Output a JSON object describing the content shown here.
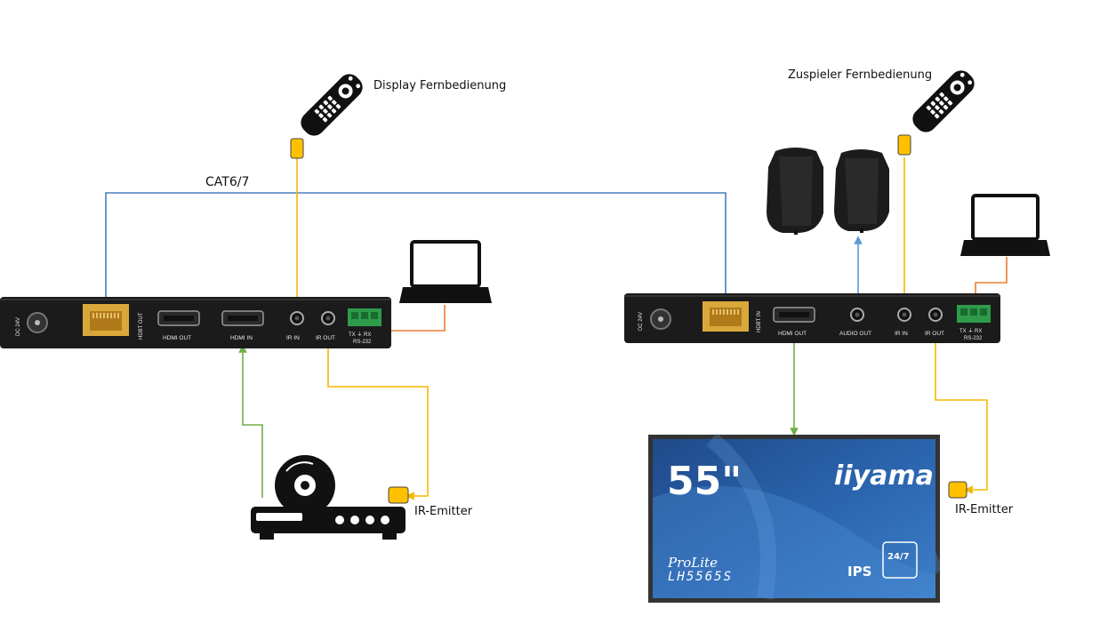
{
  "labels": {
    "display_remote": "Display Fernbedienung",
    "source_remote": "Zuspieler Fernbedienung",
    "cable": "CAT6/7",
    "ir_emitter_left": "IR-Emitter",
    "ir_emitter_right": "IR-Emitter"
  },
  "transmitter": {
    "dc": "DC 24V",
    "hdbt": "HDBT OUT",
    "hdmi_out": "HDMI OUT",
    "hdmi_in": "HDMI IN",
    "ir_in": "IR IN",
    "ir_out": "IR OUT",
    "rs_pins": "TX  ⏚  RX",
    "rs_name": "RS-232"
  },
  "receiver": {
    "dc": "DC 24V",
    "hdbt": "HDBT IN",
    "hdmi_out": "HDMI OUT",
    "audio_out": "AUDIO OUT",
    "ir_in": "IR IN",
    "ir_out": "IR OUT",
    "rs_pins": "TX  ⏚  RX",
    "rs_name": "RS-232"
  },
  "display": {
    "size": "55\"",
    "brand": "iiyama",
    "series": "ProLite",
    "model": "LH5565S",
    "panel": "IPS",
    "badge": "24/7"
  },
  "colors": {
    "cat_cable": "#4a7ebf",
    "ir_line": "#f5b800",
    "rs_line": "#ed7d31",
    "hdmi_line": "#70ad47",
    "audio_line": "#5b9bd5",
    "device_body": "#1b1b1b",
    "emitter_fill": "#ffc000"
  }
}
